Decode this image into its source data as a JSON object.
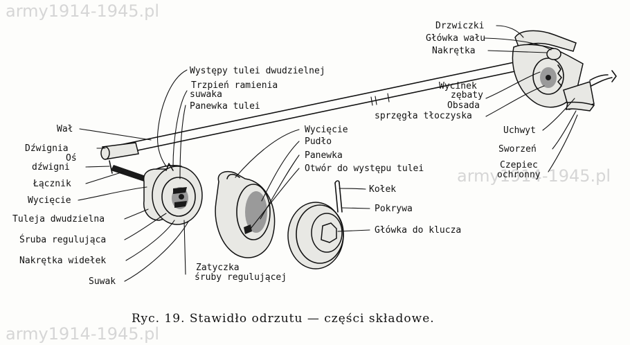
{
  "watermarks": {
    "top_left": "army1914-1945.pl",
    "right": "army1914-1945.pl",
    "bottom_left": "army1914-1945.pl"
  },
  "caption": "Ryc. 19. Stawidło odrzutu — części składowe.",
  "labels": {
    "drzwiczki": "Drzwiczki",
    "glowka_walu": "Główka wału",
    "nakretka": "Nakrętka",
    "wycinek_line1": "Wycinek",
    "wycinek_line2": "zębaty",
    "obsada_line1": "Obsada",
    "obsada_line2": "sprzęgła tłoczyska",
    "uchwyt": "Uchwyt",
    "sworzen": "Sworzeń",
    "czepiec_line1": "Czepiec",
    "czepiec_line2": "ochronny",
    "wystepy": "Występy tulei dwudzielnej",
    "trzpien_line1": "Trzpień ramienia",
    "trzpien_line2": "suwaka",
    "panewka_tulei": "Panewka tulei",
    "wal": "Wał",
    "dzwignia": "Dźwignia",
    "os_line1": "Oś",
    "os_line2": "dźwigni",
    "lacznik": "Łącznik",
    "wyciecie_left": "Wycięcie",
    "tuleja": "Tuleja dwudzielna",
    "sruba": "Śruba regulująca",
    "nakretka_widelek": "Nakrętka widełek",
    "suwak": "Suwak",
    "zatyczka_line1": "Zatyczka",
    "zatyczka_line2": "śruby regulującej",
    "wyciecie_mid": "Wycięcie",
    "pudlo": "Pudło",
    "panewka": "Panewka",
    "otwor": "Otwór do występu tulei",
    "kolek": "Kołek",
    "pokrywa": "Pokrywa",
    "glowka_klucza": "Główka do klucza"
  }
}
